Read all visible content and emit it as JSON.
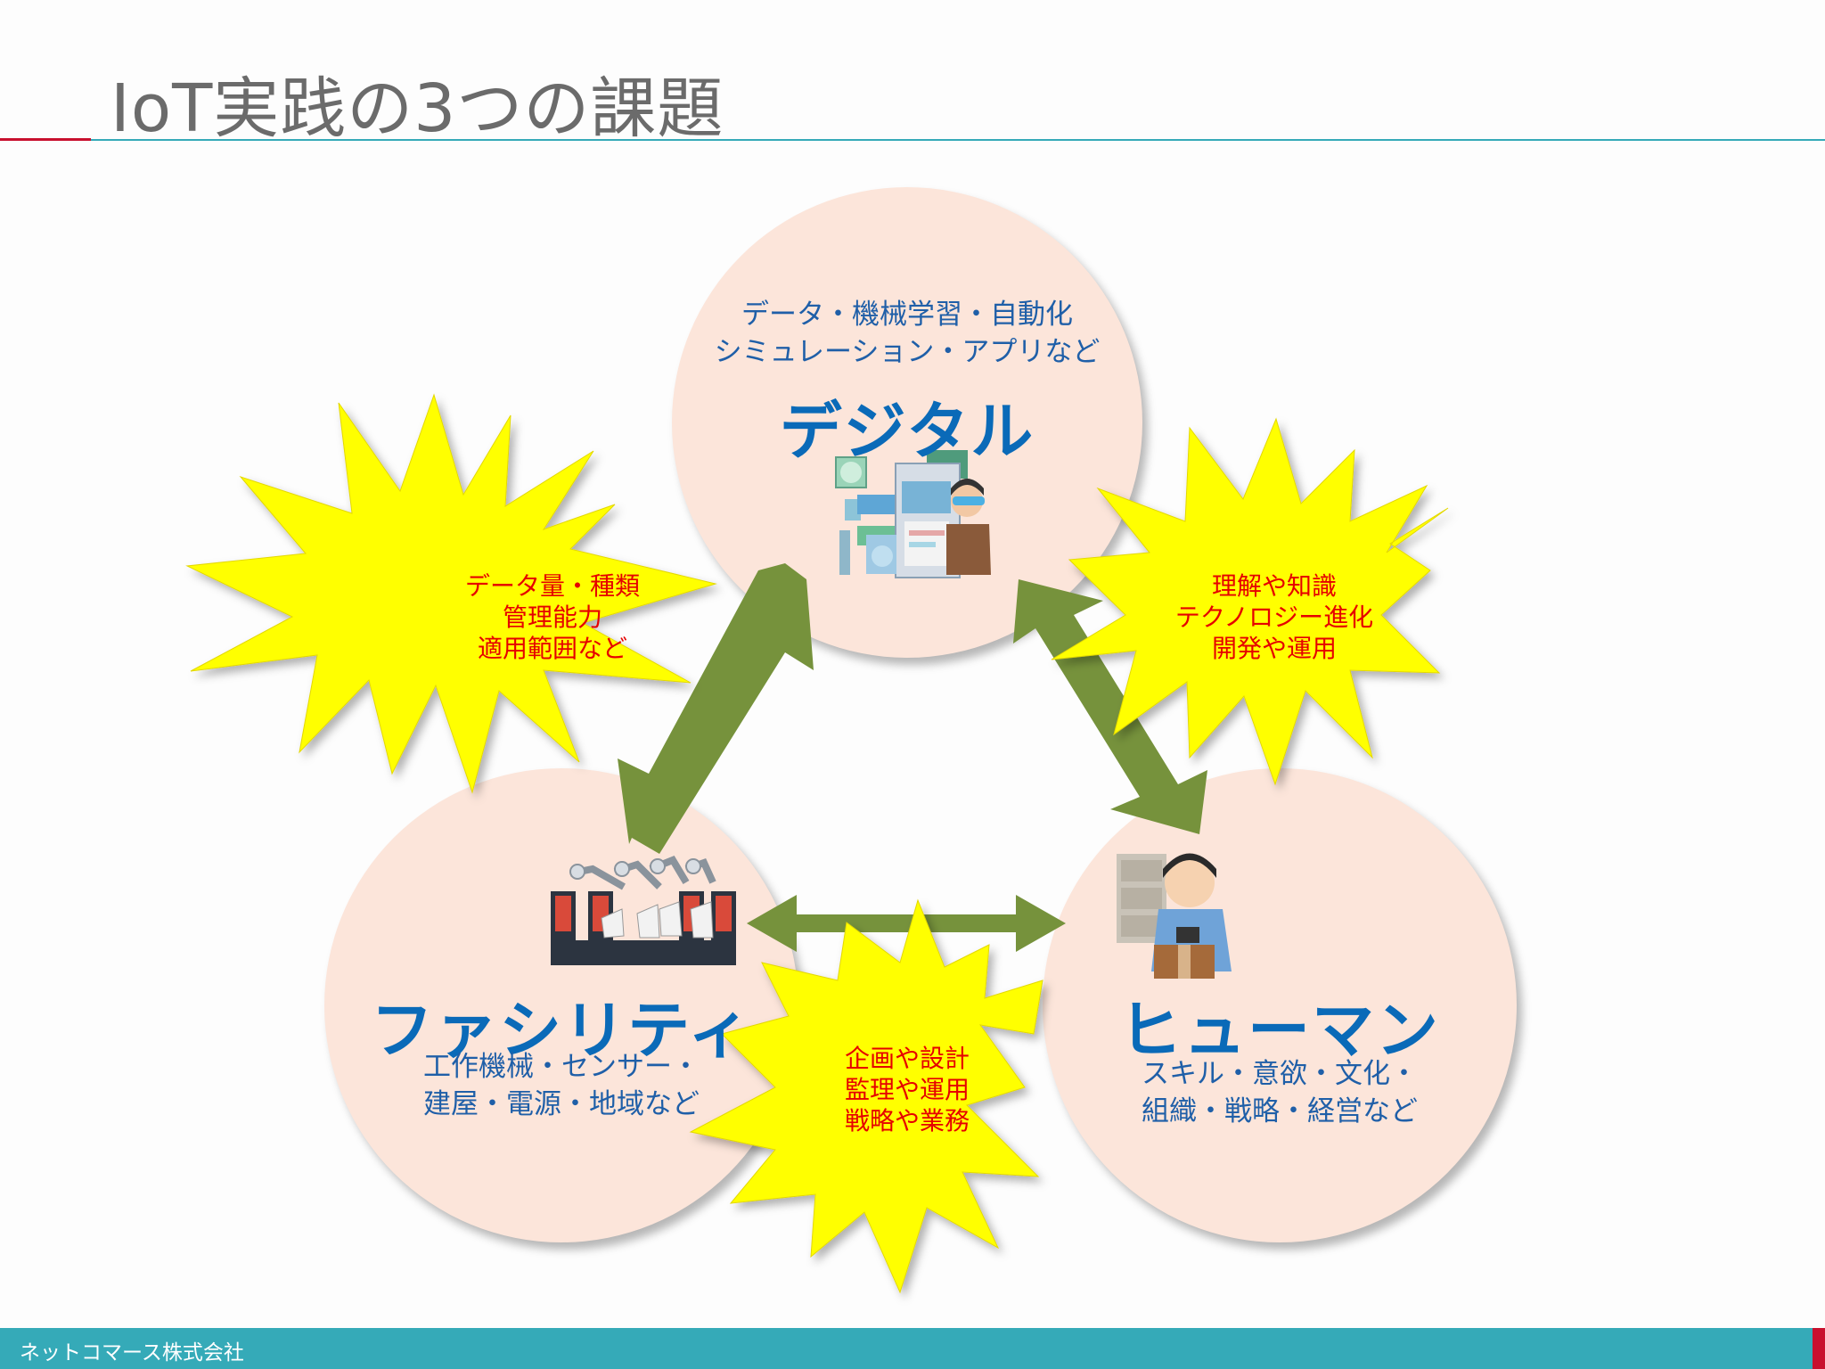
{
  "title": "IoT実践の3つの課題",
  "nodes": {
    "digital": {
      "heading": "デジタル",
      "desc_line1": "データ・機械学習・自動化",
      "desc_line2": "シミュレーション・アプリなど"
    },
    "facility": {
      "heading": "ファシリティ",
      "desc_line1": "工作機械・センサー・",
      "desc_line2": "建屋・電源・地域など"
    },
    "human": {
      "heading": "ヒューマン",
      "desc_line1": "スキル・意欲・文化・",
      "desc_line2": "組織・戦略・経営など"
    }
  },
  "bursts": {
    "left": [
      "データ量・種類",
      "管理能力",
      "適用範囲など"
    ],
    "right": [
      "理解や知識",
      "テクノロジー進化",
      "開発や運用"
    ],
    "bottom": [
      "企画や設計",
      "監理や運用",
      "戦略や業務"
    ]
  },
  "footer": {
    "company": "ネットコマース株式会社"
  },
  "colors": {
    "circle_fill": "#fce5da",
    "heading_blue": "#0a6ab8",
    "desc_blue": "#1f5fa8",
    "burst_yellow": "#ffff00",
    "burst_text_red": "#e60000",
    "arrow_green": "#76923c",
    "accent_teal": "#35aab8",
    "accent_red": "#c8102e"
  },
  "icons": {
    "digital": "data-analyst-illustration",
    "facility": "robot-arm-assembly-line-illustration",
    "human": "warehouse-worker-illustration"
  }
}
